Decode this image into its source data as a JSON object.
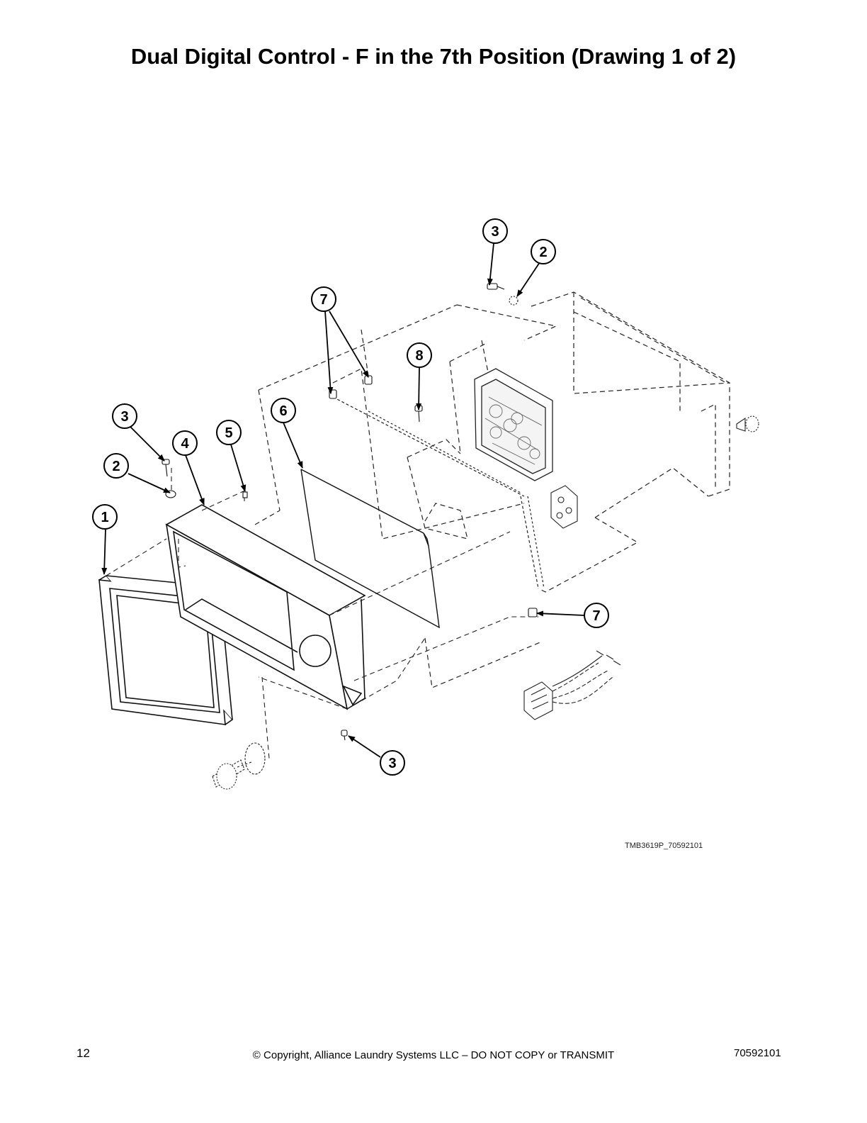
{
  "page": {
    "title": "Dual Digital Control - F in the 7th Position (Drawing 1 of 2)",
    "drawing_id": "TMB3619P_70592101",
    "page_number": "12",
    "copyright": "© Copyright, Alliance Laundry Systems LLC – DO NOT COPY or TRANSMIT",
    "doc_number": "70592101"
  },
  "callouts": [
    "3",
    "2",
    "7",
    "8",
    "3",
    "4",
    "5",
    "6",
    "2",
    "1",
    "7",
    "3"
  ]
}
